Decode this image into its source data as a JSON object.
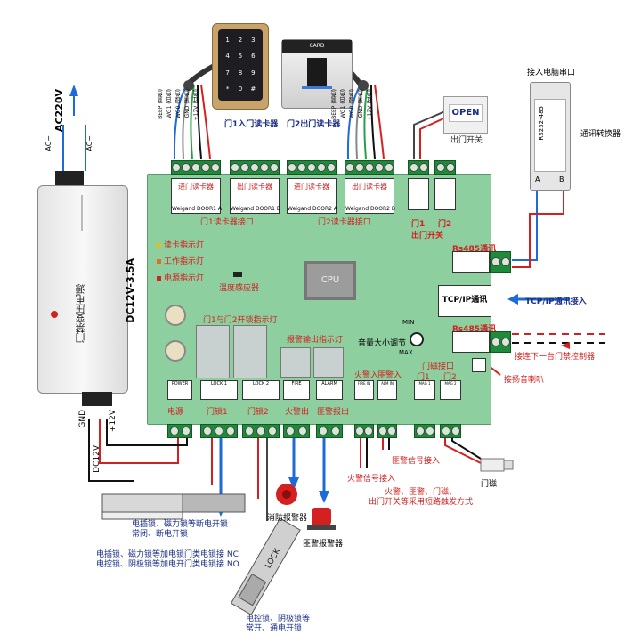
{
  "readers": {
    "entry_reader_label": "门1入门读卡器",
    "exit_reader_label": "门2出门读卡器",
    "card_text": "CARD",
    "keypad_keys": [
      "1",
      "2",
      "3",
      "4",
      "5",
      "6",
      "7",
      "8",
      "9",
      "*",
      "0",
      "#"
    ]
  },
  "wire_labels": [
    "BEEP (蓝色)",
    "WG1 (白色)",
    "WG0 (绿色)",
    "GND (黑色)",
    "+12V (红色)"
  ],
  "exit_button": {
    "text": "OPEN",
    "label": "出门开关"
  },
  "converter": {
    "top_label": "接入电脑串口",
    "body_text": "RS232-485",
    "side_label": "通讯转换器",
    "a": "A",
    "b": "B"
  },
  "power_supply": {
    "name": "门禁变压电源",
    "ac_input": "AC220V",
    "ac_left": "AC~",
    "ac_right": "AC~",
    "dc_output": "DC12V-3.5A",
    "gnd": "GND",
    "plus12": "+12V",
    "dc12v": "DC12V"
  },
  "board": {
    "terminal_labels": [
      "进门读卡器",
      "出门读卡器",
      "进门读卡器",
      "出门读卡器"
    ],
    "wiegand_a": "Weigand DOOR1 A",
    "wiegand_b": "Weigand DOOR1 B",
    "wiegand_c": "Weigand DOOR2 A",
    "wiegand_d": "Weigand DOOR2 B",
    "door1_reader_port": "门1读卡器接口",
    "door2_reader_port": "门2读卡器接口",
    "door1_exit": "门1\n出门开关",
    "door2_exit": "门2",
    "card_led": "读卡指示灯",
    "work_led": "工作指示灯",
    "power_led": "电源指示灯",
    "temp_sensor": "温度感应器",
    "cpu": "CPU",
    "lock_leds": "门1与门2开锁指示灯",
    "alarm_leds": "报警输出指示灯",
    "volume": "音量大小调节",
    "min": "MIN",
    "max": "MAX",
    "power_port": "POWER",
    "lock1": "LOCK 1",
    "lock2": "LOCK 2",
    "fire": "FIRE",
    "alarm": "ALARM",
    "power_txt": "电源",
    "lock1_txt": "门锁1",
    "lock2_txt": "门锁2",
    "fire_txt": "火警出",
    "alarm_txt": "匪警报出",
    "fire_in_label": "火警入",
    "alarm_in_label": "匪警入",
    "fire_in": "FIRE IN",
    "alarm_in": "ALM IN",
    "mag_port": "门磁接口",
    "mag1": "MAG 1",
    "mag2": "MAG 2",
    "mag1_short": "门1",
    "mag2_short": "门2",
    "rs485_top": "Rs485通讯",
    "rs485_bottom": "Rs485通讯",
    "tcp": "TCP/IP通讯",
    "tcp_in": "TCP/IP通讯接入",
    "next_controller": "接连下一台门禁控制器",
    "speaker": "接扬音喇叭"
  },
  "notes": {
    "alarm_signal_in": "匪警信号接入",
    "fire_signal_in": "火警信号接入",
    "trigger_note": "火警、匪警、门磁、\n出门开关等采用短路触发方式",
    "door_mag": "门磁",
    "fire_alarm": "消防报警器",
    "theft_alarm": "匪警报警器",
    "lock_note1": "电插锁、磁力锁等断电开锁\n常闭、断电开锁",
    "lock_note2": "电插锁、磁力锁等加电锁门类电锁接 NC\n电控锁、阴极锁等加电开门类电锁接 NO",
    "lock_note3": "电控锁、阴极锁等\n常开、通电开锁",
    "lock_text": "LOCK"
  },
  "colors": {
    "board": "#8ecfa0",
    "terminal": "#1f8a3a",
    "accent_red": "#d42020",
    "arrow_blue": "#1e6ad6"
  }
}
